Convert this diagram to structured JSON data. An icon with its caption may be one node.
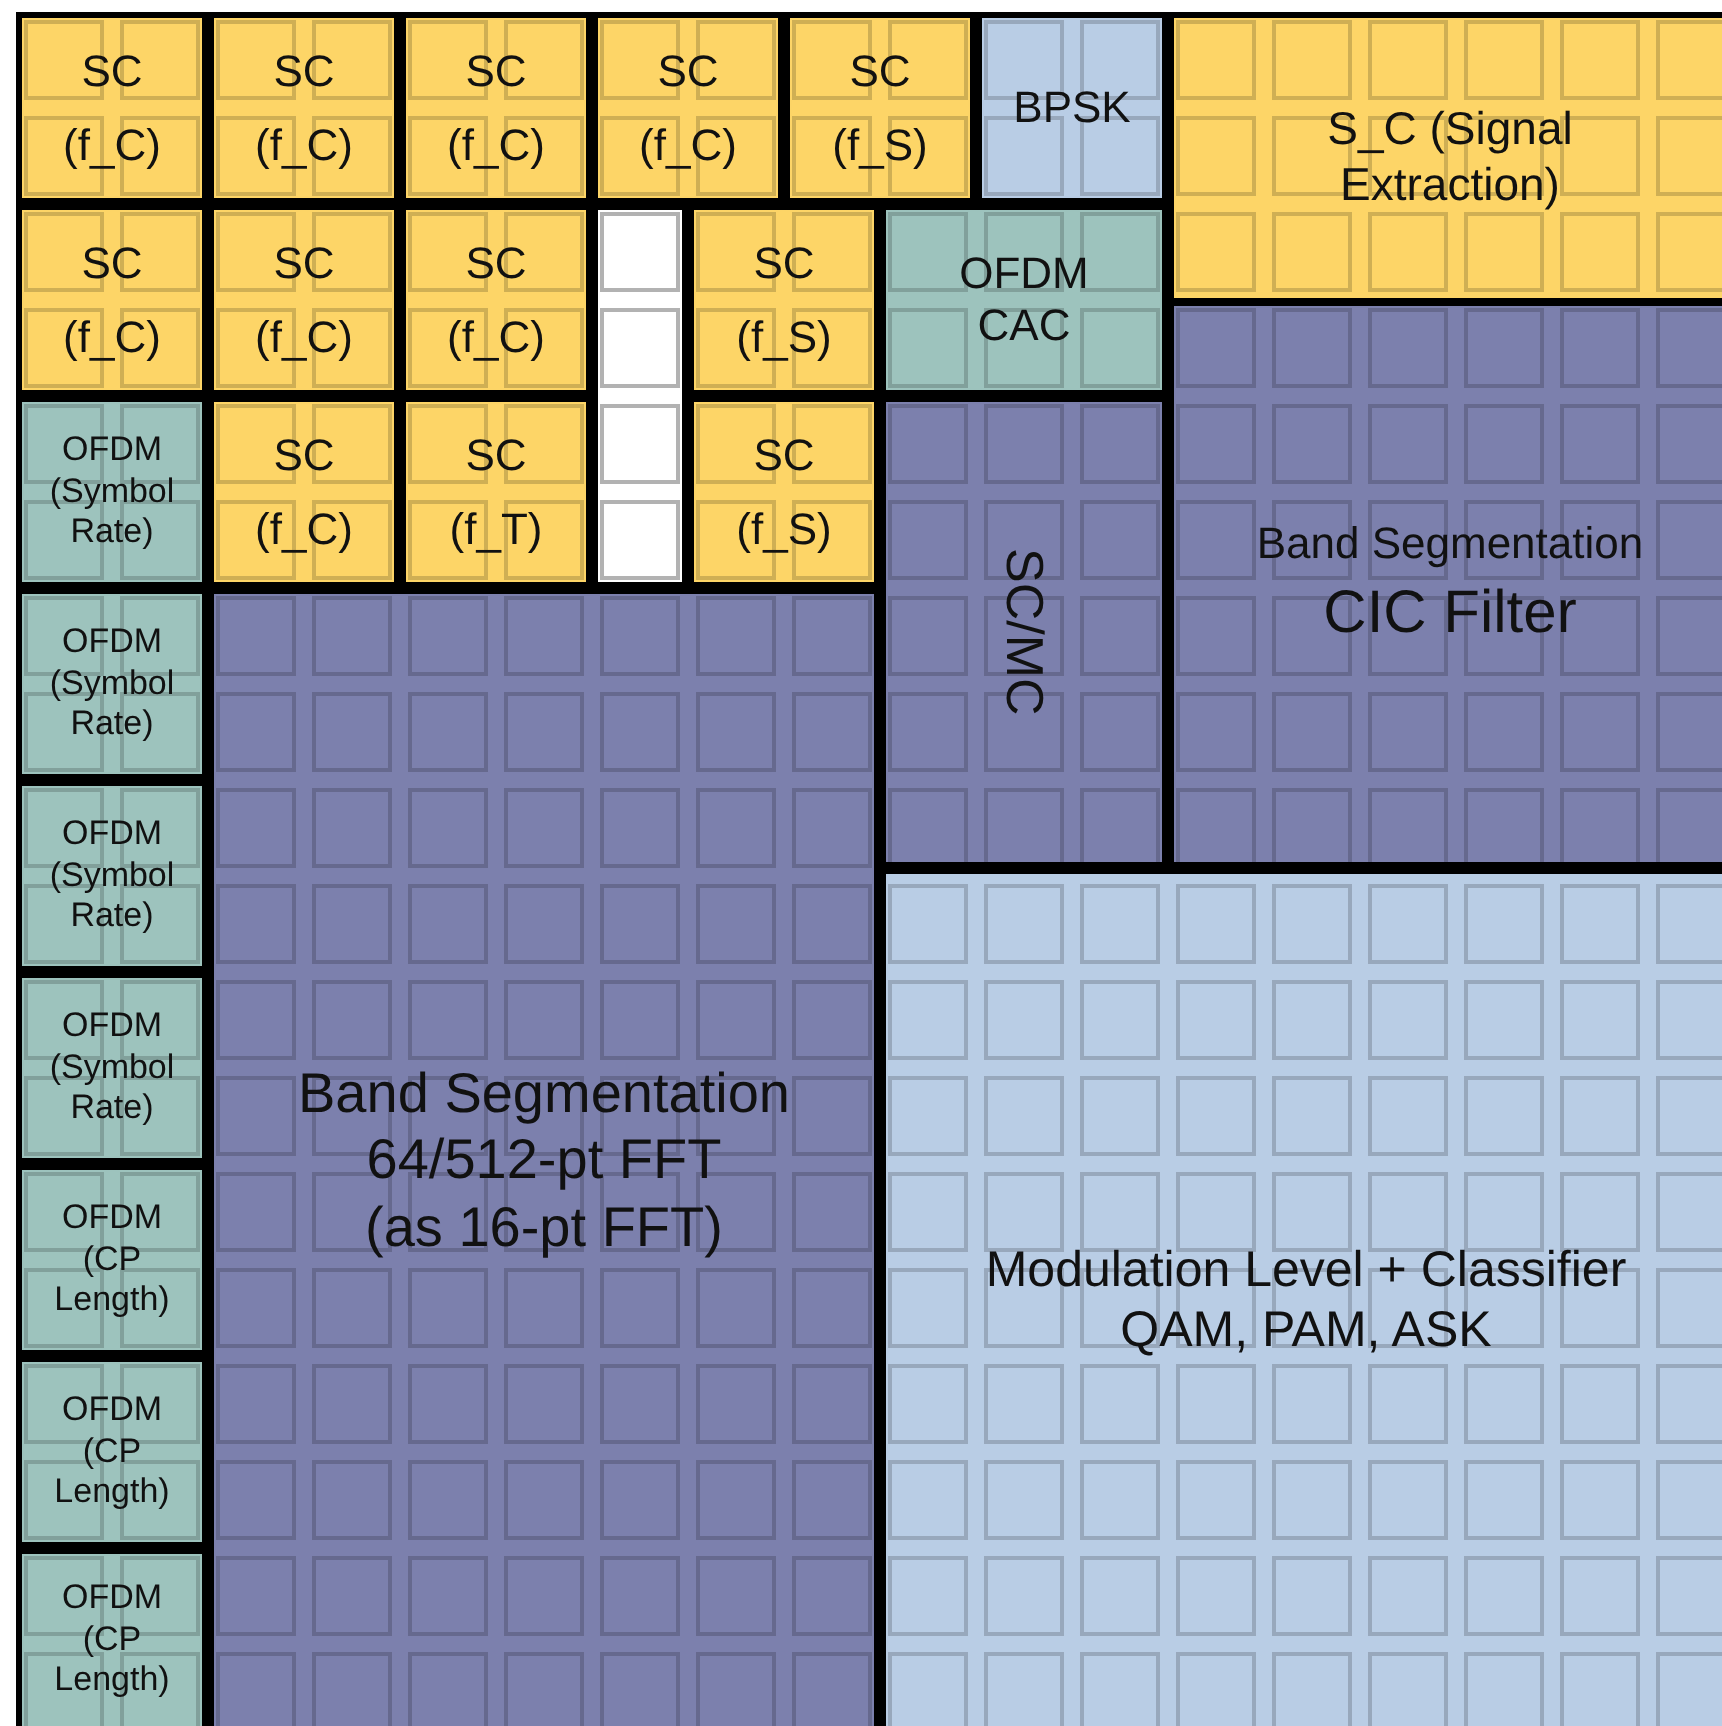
{
  "diagram": {
    "nodes": [
      {
        "text": [
          "SC (f_C)"
        ]
      },
      {
        "text": [
          "SC (f_C)"
        ]
      },
      {
        "text": [
          "SC (f_C)"
        ]
      },
      {
        "text": [
          "SC (f_C)"
        ]
      },
      {
        "text": [
          "SC (f_S)"
        ]
      },
      {
        "text": [
          "BPSK"
        ]
      },
      {
        "text": [
          "S_C (Signal Extraction)"
        ]
      },
      {
        "text": [
          "SC (f_C)"
        ]
      },
      {
        "text": [
          "SC (f_C)"
        ]
      },
      {
        "text": [
          "SC (f_C)"
        ]
      },
      {
        "text": [],
        "shape": "box"
      },
      {
        "text": [
          "SC (f_S)"
        ]
      },
      {
        "text": [
          "OFDM CAC"
        ]
      },
      {
        "text": [
          "Band Segmentation",
          "CIC Filter"
        ]
      },
      {
        "text": [
          "OFDM (Symbol Rate)"
        ]
      },
      {
        "text": [
          "SC (f_C)"
        ]
      },
      {
        "text": [
          "SC (f_T)"
        ]
      },
      {
        "text": [
          "SC (f_S)"
        ]
      },
      {
        "text": [
          "SC/MC"
        ]
      },
      {
        "text": [
          "OFDM (Symbol Rate)"
        ]
      },
      {
        "text": [
          "OFDM (Symbol Rate)"
        ]
      },
      {
        "text": [
          "OFDM (Symbol Rate)"
        ]
      },
      {
        "text": [
          "Band Segmentation 64/512-pt FFT (as 16-pt FFT)"
        ]
      },
      {
        "text": [
          "Modulation Level + Classifier",
          "QAM, PAM, ASK"
        ]
      },
      {
        "text": [
          "OFDM (CP Length)"
        ]
      },
      {
        "text": [
          "OFDM (CP Length)"
        ]
      },
      {
        "text": [
          "OFDM (CP Length)"
        ]
      }
    ]
  }
}
